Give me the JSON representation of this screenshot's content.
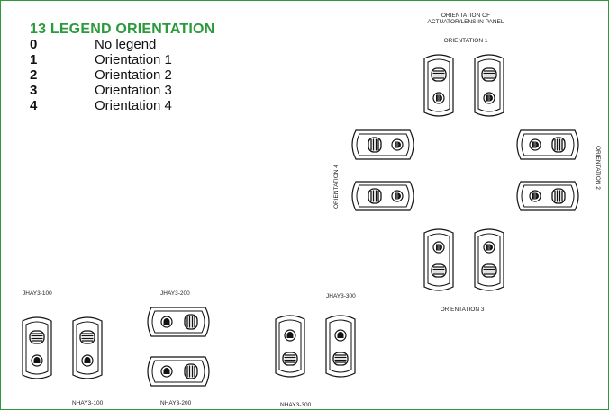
{
  "title": "13 LEGEND ORIENTATION",
  "legend": [
    {
      "code": "0",
      "label": "No legend"
    },
    {
      "code": "1",
      "label": "Orientation 1"
    },
    {
      "code": "2",
      "label": "Orientation 2"
    },
    {
      "code": "3",
      "label": "Orientation 3"
    },
    {
      "code": "4",
      "label": "Orientation 4"
    }
  ],
  "panel": {
    "heading_line1": "ORIENTATION OF",
    "heading_line2": "ACTUATOR/LENS IN PANEL",
    "orientation1": "ORIENTATION 1",
    "orientation2": "ORIENTATION 2",
    "orientation3": "ORIENTATION 3",
    "orientation4": "ORIENTATION 4"
  },
  "models": {
    "jhay3_100": "JHAY3-100",
    "jhay3_200": "JHAY3-200",
    "jhay3_300": "JHAY3-300",
    "nhay3_100": "NHAY3-100",
    "nhay3_200": "NHAY3-200",
    "nhay3_300": "NHAY3-300"
  },
  "colors": {
    "accent": "#2a9a3c",
    "line": "#111111"
  }
}
